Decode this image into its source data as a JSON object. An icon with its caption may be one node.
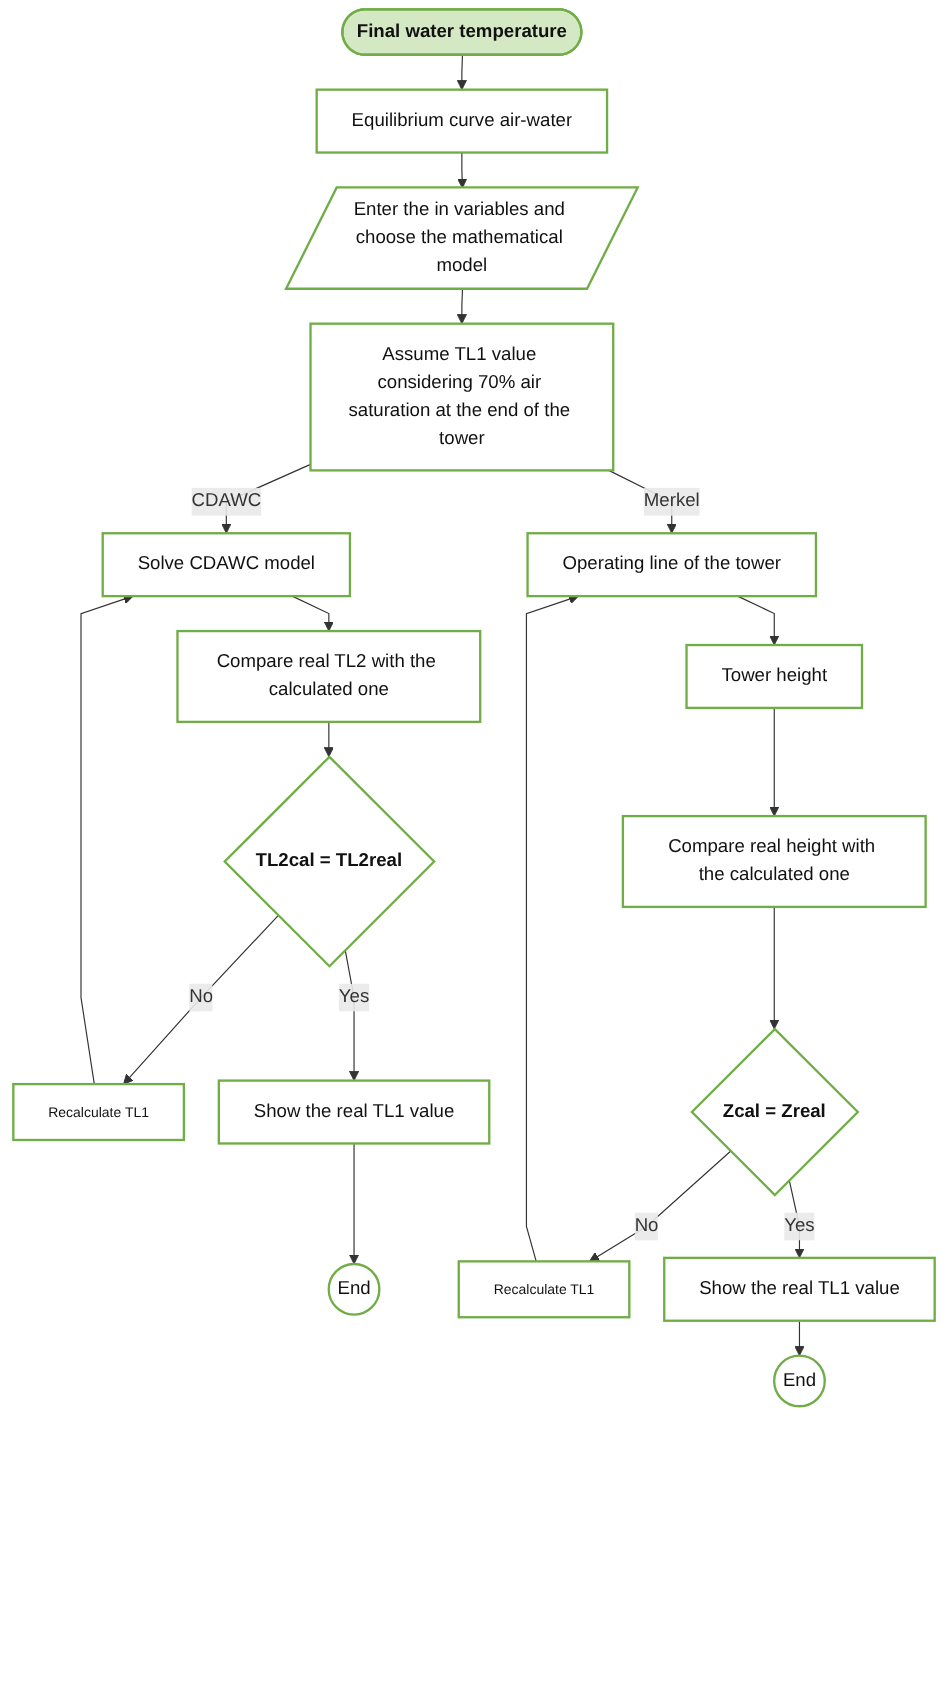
{
  "diagram": {
    "nodes": [
      {
        "text": [
          "Final water temperature"
        ]
      },
      {
        "text": [
          "Equilibrium curve air-water"
        ]
      },
      {
        "text": [
          "Enter the in variables and choose the mathematical model"
        ]
      },
      {
        "text": [
          "Assume TL1 value considering 70% air saturation at the end of the tower"
        ]
      },
      {
        "text": [
          "Solve CDAWC model"
        ]
      },
      {
        "text": [
          "Compare real TL2 with the calculated one"
        ]
      },
      {
        "text": [
          "TL2cal = TL2real"
        ]
      },
      {
        "text": [
          "Recalculate TL1"
        ]
      },
      {
        "text": [
          "Show the real TL1 value"
        ]
      },
      {
        "text": [
          "End"
        ]
      },
      {
        "text": [
          "Operating line of the tower"
        ]
      },
      {
        "text": [
          "Tower height"
        ]
      },
      {
        "text": [
          "Compare real height with the calculated one"
        ]
      },
      {
        "text": [
          "Zcal = Zreal"
        ]
      },
      {
        "text": [
          "Recalculate TL1"
        ]
      },
      {
        "text": [
          "Show the real TL1 value"
        ]
      },
      {
        "text": [
          "End"
        ]
      }
    ],
    "edges": [
      {
        "from": 0,
        "to": 1,
        "arrow": "to"
      },
      {
        "from": 1,
        "to": 2,
        "arrow": "to"
      },
      {
        "from": 2,
        "to": 3,
        "arrow": "to"
      },
      {
        "from": 3,
        "to": 4,
        "arrow": "to",
        "label": "CDAWC"
      },
      {
        "from": 3,
        "to": 10,
        "arrow": "to",
        "label": "Merkel"
      },
      {
        "from": 4,
        "to": 5,
        "arrow": "to"
      },
      {
        "from": 5,
        "to": 6,
        "arrow": "to"
      },
      {
        "from": 6,
        "to": 7,
        "arrow": "to",
        "label": "No"
      },
      {
        "from": 7,
        "to": 4,
        "arrow": "to"
      },
      {
        "from": 6,
        "to": 8,
        "arrow": "to",
        "label": "Yes"
      },
      {
        "from": 8,
        "to": 9,
        "arrow": "to"
      },
      {
        "from": 10,
        "to": 11,
        "arrow": "to"
      },
      {
        "from": 11,
        "to": 12,
        "arrow": "to"
      },
      {
        "from": 12,
        "to": 13,
        "arrow": "to"
      },
      {
        "from": 13,
        "to": 14,
        "arrow": "to",
        "label": "No"
      },
      {
        "from": 14,
        "to": 10,
        "arrow": "to"
      },
      {
        "from": 13,
        "to": 15,
        "arrow": "to",
        "label": "Yes"
      },
      {
        "from": 15,
        "to": 16,
        "arrow": "to"
      }
    ]
  }
}
